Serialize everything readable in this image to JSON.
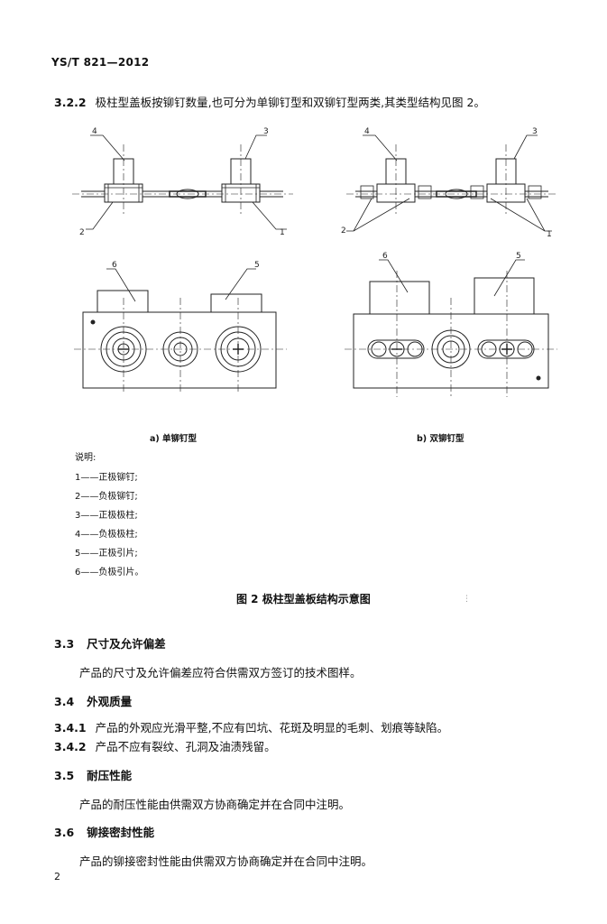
{
  "header": {
    "doc_code": "YS/T 821—2012"
  },
  "intro": {
    "number": "3.2.2",
    "text": "极柱型盖板按铆钉数量,也可分为单铆钉型和双铆钉型两类,其类型结构见图 2。"
  },
  "figure": {
    "callouts_a": {
      "c1": "1",
      "c2": "2",
      "c3": "3",
      "c4": "4",
      "c5": "5",
      "c6": "6"
    },
    "callouts_b": {
      "c1": "1",
      "c2": "2",
      "c3": "3",
      "c4": "4",
      "c5": "5",
      "c6": "6"
    },
    "caption_a": "a)  单铆钉型",
    "caption_b": "b)  双铆钉型",
    "legend_title": "说明:",
    "legend": [
      "1——正极铆钉;",
      "2——负极铆钉;",
      "3——正极极柱;",
      "4——负极极柱;",
      "5——正极引片;",
      "6——负极引片。"
    ],
    "title": "图 2   极柱型盖板结构示意图",
    "side_mark": "⋮"
  },
  "sections": {
    "s33": {
      "number": "3.3",
      "title": "尺寸及允许偏差",
      "text": "产品的尺寸及允许偏差应符合供需双方签订的技术图样。"
    },
    "s34": {
      "number": "3.4",
      "title": "外观质量"
    },
    "s341": {
      "number": "3.4.1",
      "text": "产品的外观应光滑平整,不应有凹坑、花斑及明显的毛刺、划痕等缺陷。"
    },
    "s342": {
      "number": "3.4.2",
      "text": "产品不应有裂纹、孔洞及油渍残留。"
    },
    "s35": {
      "number": "3.5",
      "title": "耐压性能",
      "text": "产品的耐压性能由供需双方协商确定并在合同中注明。"
    },
    "s36": {
      "number": "3.6",
      "title": "铆接密封性能",
      "text": "产品的铆接密封性能由供需双方协商确定并在合同中注明。"
    }
  },
  "page_number": "2"
}
